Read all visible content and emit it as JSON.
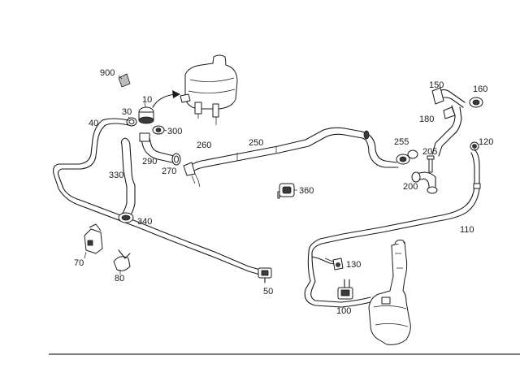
{
  "callouts": {
    "c900": "900",
    "c10": "10",
    "c30": "30",
    "c40": "40",
    "c300": "300",
    "c260": "260",
    "c250": "250",
    "c290": "290",
    "c270": "270",
    "c330": "330",
    "c340": "340",
    "c360": "360",
    "c150": "150",
    "c160": "160",
    "c180": "180",
    "c255": "255",
    "c205": "205",
    "c120": "120",
    "c200": "200",
    "c110": "110",
    "c70": "70",
    "c80": "80",
    "c50": "50",
    "c130": "130",
    "c100": "100"
  }
}
